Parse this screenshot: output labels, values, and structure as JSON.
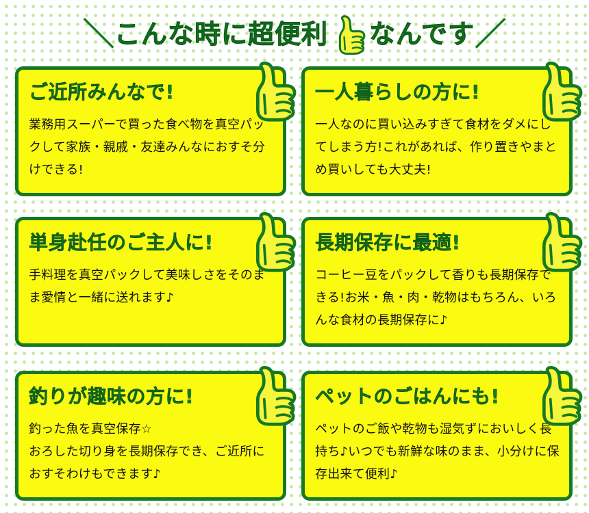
{
  "header": {
    "left_slash": "＼",
    "title_before_icon": "こんな時に超便利",
    "title_after_icon": "なんです",
    "right_slash": "／",
    "icon": "thumbs-up-icon"
  },
  "cards": [
    {
      "title": "ご近所みんなで!",
      "text": "業務用スーパーで買った食べ物を真空パックして家族・親戚・友達みんなにおすそ分けできる!",
      "icon": "thumbs-up-icon"
    },
    {
      "title": "一人暮らしの方に!",
      "text": "一人なのに買い込みすぎて食材をダメにしてしまう方!これがあれば、作り置きやまとめ買いしても大丈夫!",
      "icon": "thumbs-up-icon"
    },
    {
      "title": "単身赴任のご主人に!",
      "text": "手料理を真空パックして美味しさをそのまま愛情と一緒に送れます♪",
      "icon": "thumbs-up-icon"
    },
    {
      "title": "長期保存に最適!",
      "text": "コーヒー豆をパックして香りも長期保存できる!お米・魚・肉・乾物はもちろん、いろんな食材の長期保存に♪",
      "icon": "thumbs-up-icon"
    },
    {
      "title": "釣りが趣味の方に!",
      "text": "釣った魚を真空保存☆\nおろした切り身を長期保存でき、ご近所におすそわけもできます♪",
      "icon": "thumbs-up-icon"
    },
    {
      "title": "ペットのごはんにも!",
      "text": "ペットのご飯や乾物も湿気ずにおいしく長持ち♪いつでも新鮮な味のまま、小分けに保存出来て便利♪",
      "icon": "thumbs-up-icon"
    }
  ],
  "colors": {
    "green": "#157a22",
    "yellow": "#fbfb12",
    "thumb_fill": "#f6f63b",
    "dot": "#c4e9a6",
    "body_text": "#111111"
  }
}
